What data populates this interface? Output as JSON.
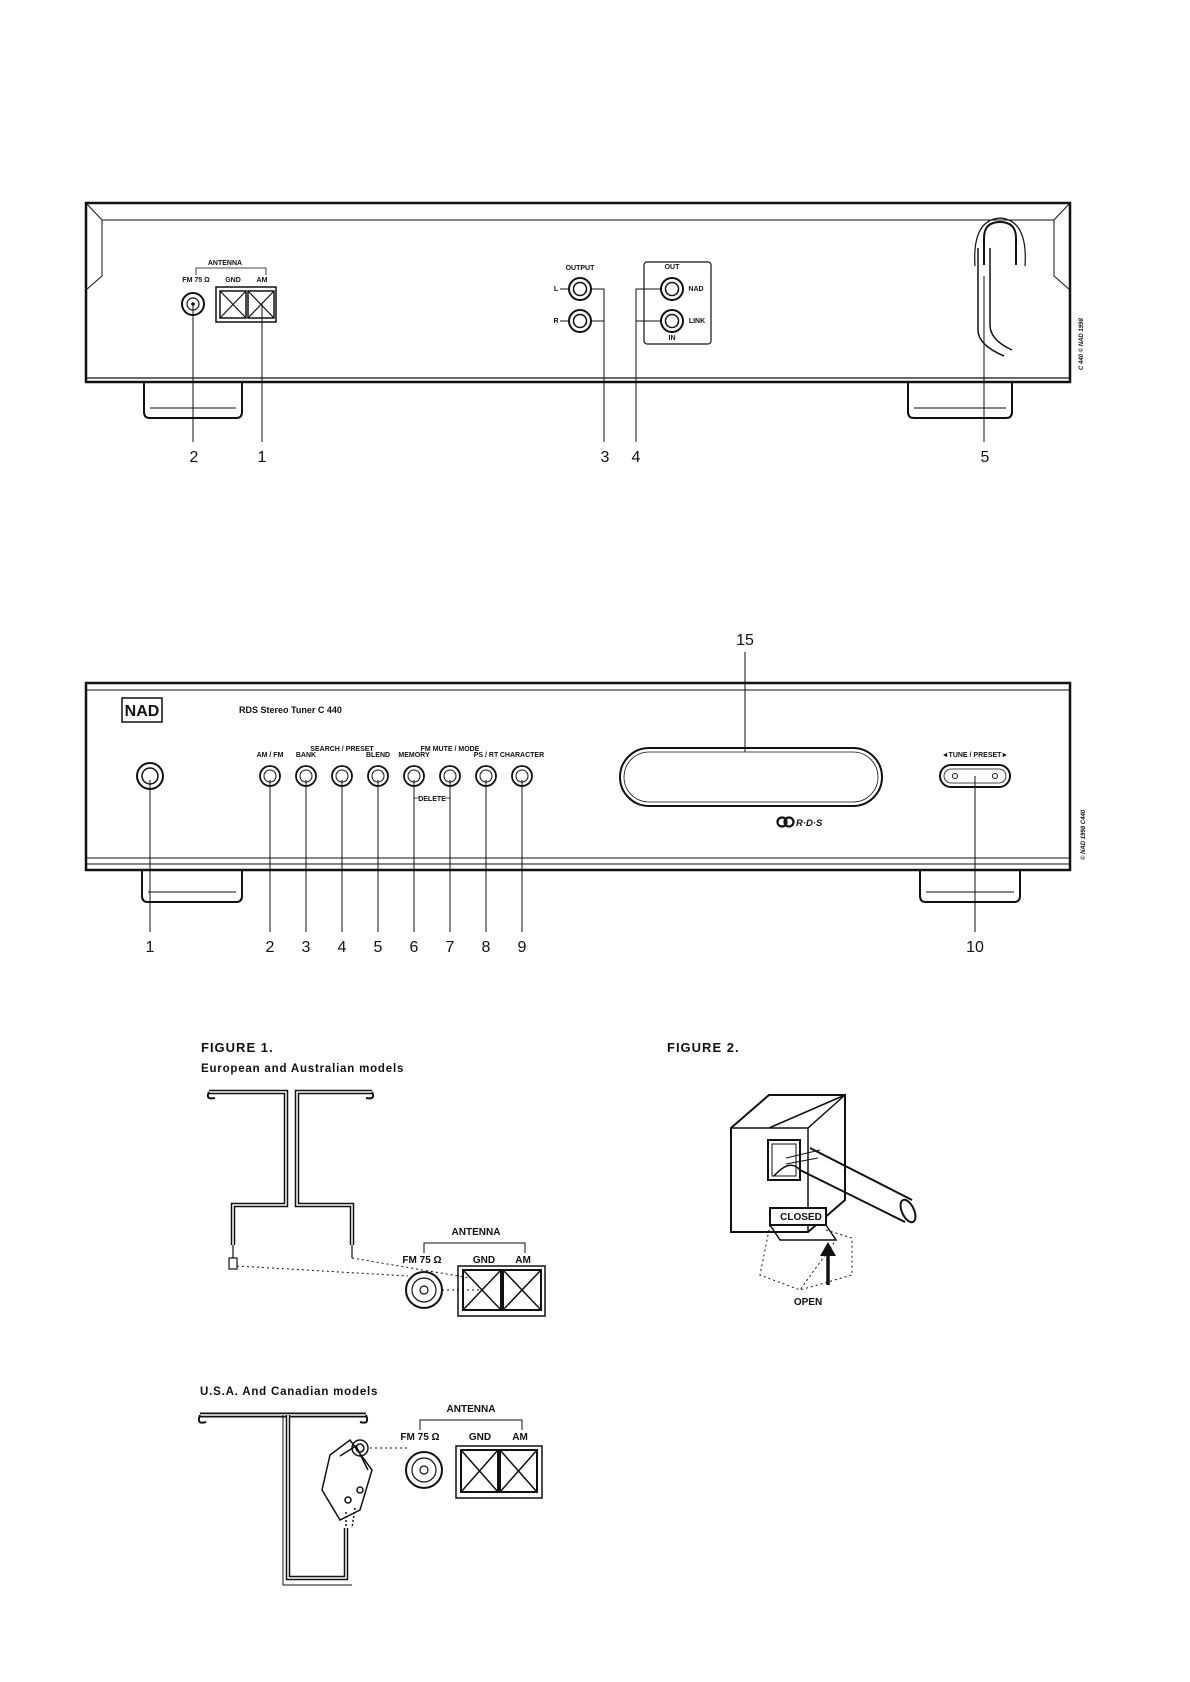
{
  "rear": {
    "antenna_label": "ANTENNA",
    "fm_label": "FM 75 Ω",
    "gnd_label": "GND",
    "am_label": "AM",
    "output_label": "OUTPUT",
    "l_label": "L",
    "r_label": "R",
    "out_label": "OUT",
    "nad_label": "NAD",
    "link_label": "LINK",
    "in_label": "IN",
    "side_text": "C 440   © NAD 1998",
    "callouts": [
      "2",
      "1",
      "3",
      "4",
      "5"
    ]
  },
  "front": {
    "logo": "NAD",
    "model": "RDS Stereo Tuner C 440",
    "buttons": [
      "AM / FM",
      "BANK",
      "SEARCH / PRESET",
      "BLEND",
      "MEMORY",
      "FM MUTE / MODE",
      "PS / RT",
      "CHARACTER"
    ],
    "delete_label": "DELETE",
    "rds_label": "R·D·S",
    "tune_label": "◄TUNE / PRESET►",
    "side_text": "© NAD 1998 C440",
    "display_callout": "15",
    "callouts": [
      "1",
      "2",
      "3",
      "4",
      "5",
      "6",
      "7",
      "8",
      "9",
      "10"
    ]
  },
  "figure1": {
    "title": "FIGURE 1.",
    "subtitle_eu": "European and Australian models",
    "subtitle_us": "U.S.A. And Canadian models",
    "antenna_label": "ANTENNA",
    "fm_label": "FM 75 Ω",
    "gnd_label": "GND",
    "am_label": "AM"
  },
  "figure2": {
    "title": "FIGURE 2.",
    "closed_label": "CLOSED",
    "open_label": "OPEN"
  }
}
